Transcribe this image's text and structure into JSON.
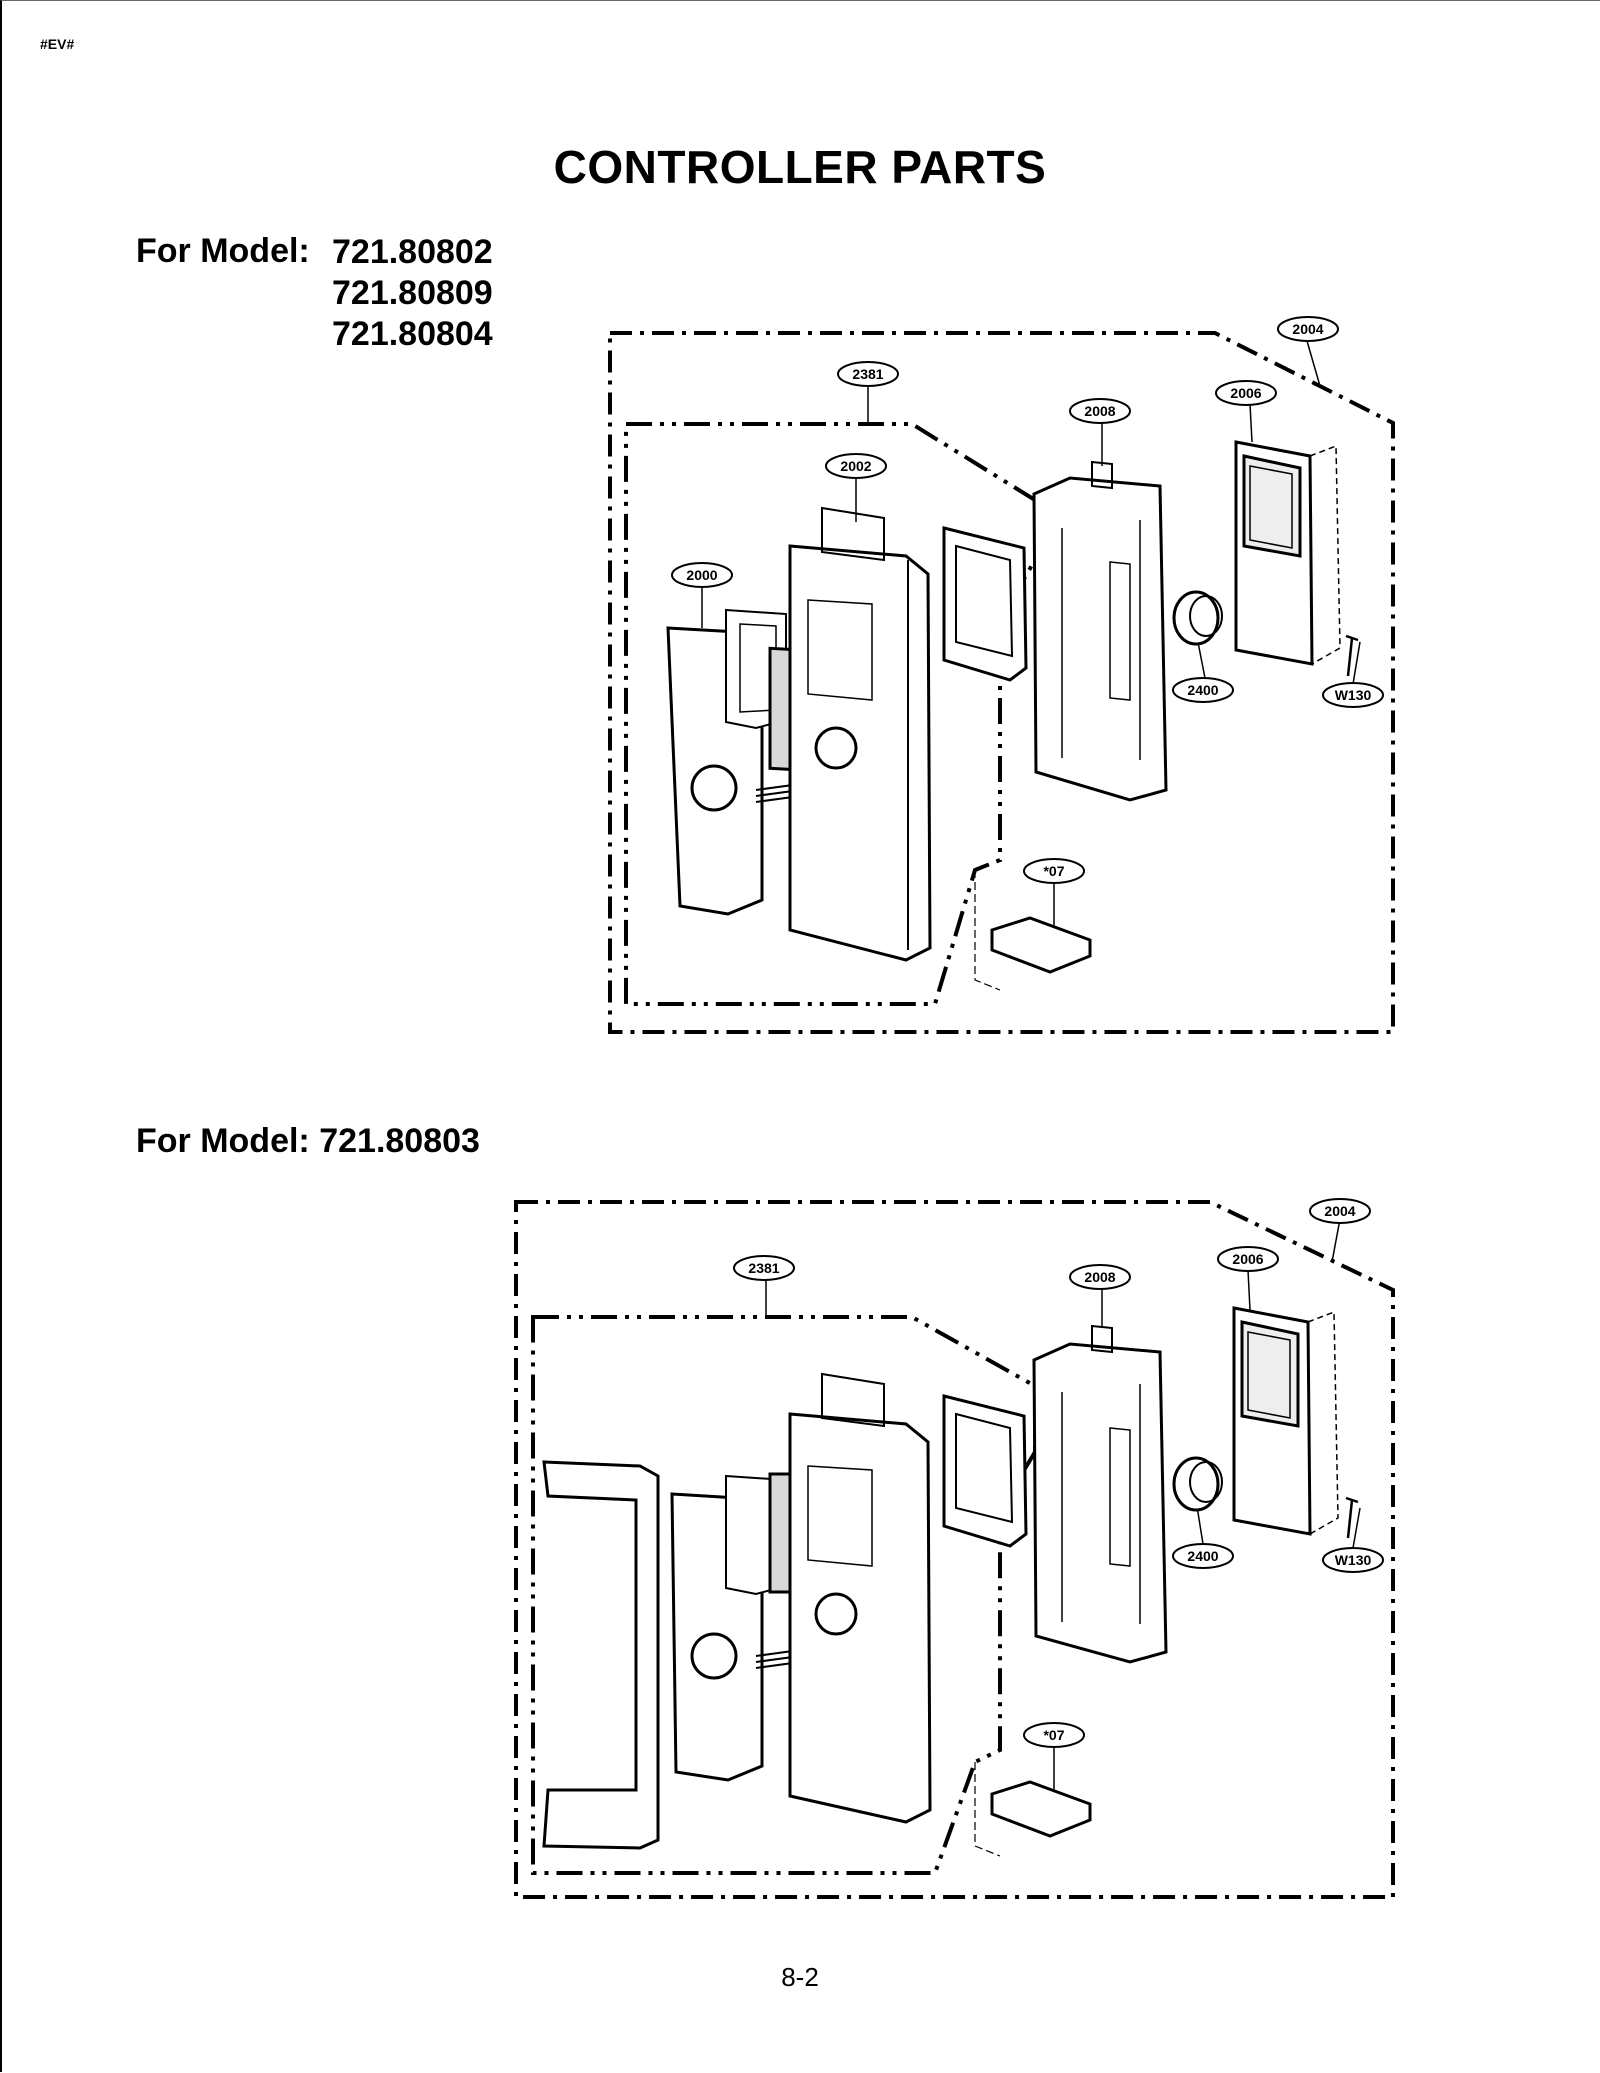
{
  "page": {
    "code": "#EV#",
    "title": "CONTROLLER PARTS",
    "page_number": "8-2"
  },
  "diagrams": [
    {
      "model_prefix": "For Model:",
      "models": [
        "721.80802",
        "721.80809",
        "721.80804"
      ],
      "callouts": {
        "assembly": "2004",
        "sub_assembly": "2381",
        "frame": "2008",
        "pcb": "2006",
        "cover": "2002",
        "panel": "2000",
        "knob": "2400",
        "screw": "W130",
        "bracket": "*07"
      }
    },
    {
      "model_prefix": "For Model:",
      "models": [
        "721.80803"
      ],
      "callouts": {
        "assembly": "2004",
        "sub_assembly": "2381",
        "frame": "2008",
        "pcb": "2006",
        "knob": "2400",
        "screw": "W130",
        "bracket": "*07"
      }
    }
  ]
}
